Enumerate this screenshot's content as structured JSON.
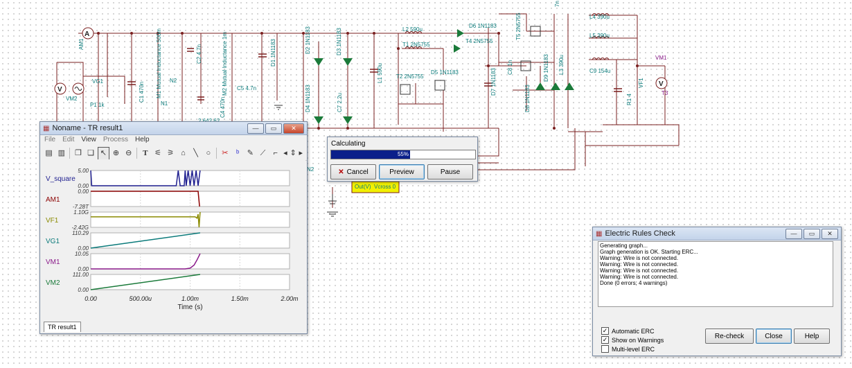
{
  "schematic": {
    "labels": [
      "AM1",
      "VG1",
      "VM2",
      "P1 1k",
      "C1 470n",
      "M1 Mutual Inductance 500m",
      "N1",
      "N2",
      "C2 4.7n",
      "C4 470n",
      "M2 Mutual Inductance 1m",
      "C5 4.7n",
      "D1 1N1183",
      "D2 1N1183",
      "D3 1N1183",
      "D4 1N1183",
      "C7 2.2u",
      "L1 590u",
      "L2 590u",
      "T1 2N5755",
      "T2 2N5755",
      "D5 1N1183",
      "D6 1N1183",
      "T4 2N5755",
      "T5 2N5755",
      "C8 1n",
      "D7 1N1183",
      "D8 1N1183",
      "D9 1N1183",
      "L3 390u",
      "L4 390u",
      "L5 390u",
      "C9 154u",
      "R1 4",
      "VF1",
      "VM1",
      "T3",
      "7n",
      "2 642 62",
      "N2",
      "Out(V)",
      "Vcross 0"
    ],
    "meter_symbols": {
      "ammeter": "A",
      "voltmeter": "V"
    },
    "colors": {
      "wire": "#7a1f1f",
      "label": "#0a7a7a",
      "probe": "#8a1a8a",
      "diode": "#1b7a3a",
      "sub": "#f2f000"
    }
  },
  "tr_window": {
    "title": "Noname - TR result1",
    "menu": [
      "File",
      "Edit",
      "View",
      "Process",
      "Help"
    ],
    "tab": "TR result1",
    "xlabel": "Time (s)",
    "xticks": [
      "0.00",
      "500.00u",
      "1.00m",
      "1.50m",
      "2.00m"
    ]
  },
  "chart_data": {
    "type": "line",
    "xlabel": "Time (s)",
    "xlim": [
      0,
      0.002
    ],
    "xticks": [
      "0.00",
      "500.00u",
      "1.00m",
      "1.50m",
      "2.00m"
    ],
    "series": [
      {
        "name": "V_square",
        "ymax": "5.00",
        "ymin": "0.00",
        "color": "#1f1f8f",
        "points": [
          [
            0,
            5
          ],
          [
            1e-05,
            0
          ],
          [
            0.00086,
            0
          ],
          [
            0.00088,
            5
          ],
          [
            0.0009,
            0
          ],
          [
            0.00094,
            0
          ],
          [
            0.00095,
            5
          ],
          [
            0.00096,
            0
          ],
          [
            0.00098,
            5
          ],
          [
            0.001,
            0
          ],
          [
            0.00102,
            5
          ],
          [
            0.00104,
            0
          ],
          [
            0.00106,
            5
          ],
          [
            0.00108,
            0
          ],
          [
            0.0011,
            5
          ]
        ],
        "ylim": [
          0,
          5
        ]
      },
      {
        "name": "AM1",
        "ymax": "0.00",
        "ymin": "-7.28T",
        "color": "#8b0000",
        "points": [
          [
            0,
            0
          ],
          [
            0.00108,
            0
          ],
          [
            0.001095,
            -7.28
          ]
        ],
        "ylim": [
          -7.28,
          0
        ]
      },
      {
        "name": "VF1",
        "ymax": "1.10G",
        "ymin": "-2.42G",
        "color": "#8a8a00",
        "points": [
          [
            0,
            0
          ],
          [
            0.00105,
            0
          ],
          [
            0.00107,
            -0.3
          ],
          [
            0.00108,
            0.6
          ],
          [
            0.00109,
            -2.42
          ],
          [
            0.0011,
            1.1
          ]
        ],
        "ylim": [
          -2.42,
          1.1
        ]
      },
      {
        "name": "VG1",
        "ymax": "110.29",
        "ymin": "0.00",
        "color": "#0a7a7a",
        "points": [
          [
            0,
            0
          ],
          [
            0.0011,
            110.29
          ]
        ],
        "ylim": [
          0,
          110.29
        ]
      },
      {
        "name": "VM1",
        "ymax": "10.05",
        "ymin": "0.00",
        "color": "#8a1a8a",
        "points": [
          [
            0,
            0
          ],
          [
            0.00095,
            0
          ],
          [
            0.001,
            0.5
          ],
          [
            0.00104,
            2.5
          ],
          [
            0.00107,
            6
          ],
          [
            0.0011,
            10.05
          ]
        ],
        "ylim": [
          0,
          10.05
        ]
      },
      {
        "name": "VM2",
        "ymax": "111.00",
        "ymin": "0.00",
        "color": "#1a7a3a",
        "points": [
          [
            0,
            0
          ],
          [
            0.0011,
            111
          ]
        ],
        "ylim": [
          0,
          111
        ]
      }
    ]
  },
  "calc_dialog": {
    "title": "Calculating",
    "progress_text": "55%",
    "progress": 0.55,
    "cancel": "Cancel",
    "preview": "Preview",
    "pause": "Pause"
  },
  "erc_window": {
    "title": "Electric Rules Check",
    "log": [
      "Generating graph...",
      "Graph generation is OK. Starting ERC...",
      "Warning: Wire is not connected.",
      "Warning: Wire is not connected.",
      "Warning: Wire is not connected.",
      "Warning: Wire is not connected.",
      "Done (0 errors; 4 warnings)"
    ],
    "automatic_erc": "Automatic ERC",
    "show_on_warnings": "Show on Warnings",
    "multi_level_erc": "Multi-level ERC",
    "recheck": "Re-check",
    "close": "Close",
    "help": "Help"
  }
}
